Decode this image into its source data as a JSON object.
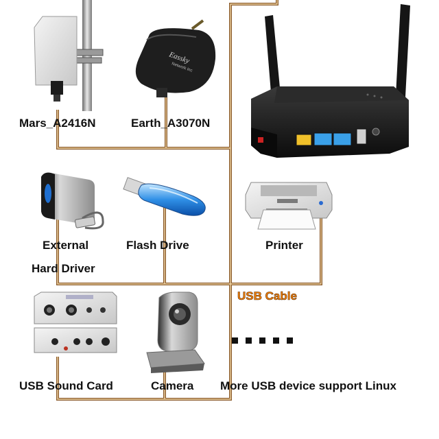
{
  "devices": {
    "mars": "Mars_A2416N",
    "earth": "Earth_A3070N",
    "external_line1": "External",
    "external_line2": "Hard Driver",
    "flash": "Flash Drive",
    "printer": "Printer",
    "soundcard": "USB Sound Card",
    "camera": "Camera",
    "more": "More USB device support Linux"
  },
  "cable": {
    "label": "USB Cable"
  },
  "colors": {
    "cable_outer": "#8a5a2b",
    "cable_inner": "#f0d6a6",
    "cable_label": "#f4820a"
  },
  "dongle": {
    "brand": "Eassky",
    "line2": "Network Inc"
  }
}
